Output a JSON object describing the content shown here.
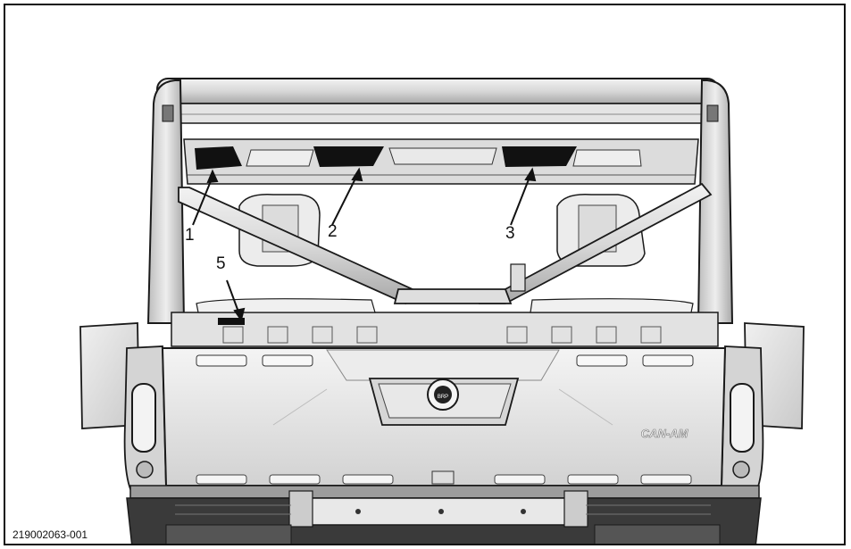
{
  "figure": {
    "reference_number": "219002063-001",
    "brand_emblem_text": "CAN-AM",
    "callouts": [
      {
        "label": "1"
      },
      {
        "label": "2"
      },
      {
        "label": "3"
      },
      {
        "label": "5"
      }
    ]
  },
  "colors": {
    "line": "#1a1a1a",
    "panel_light": "#e6e6e6",
    "panel_mid": "#cfcfcf",
    "panel_dark": "#9a9a9a",
    "black_part": "#111111",
    "background": "#ffffff"
  }
}
